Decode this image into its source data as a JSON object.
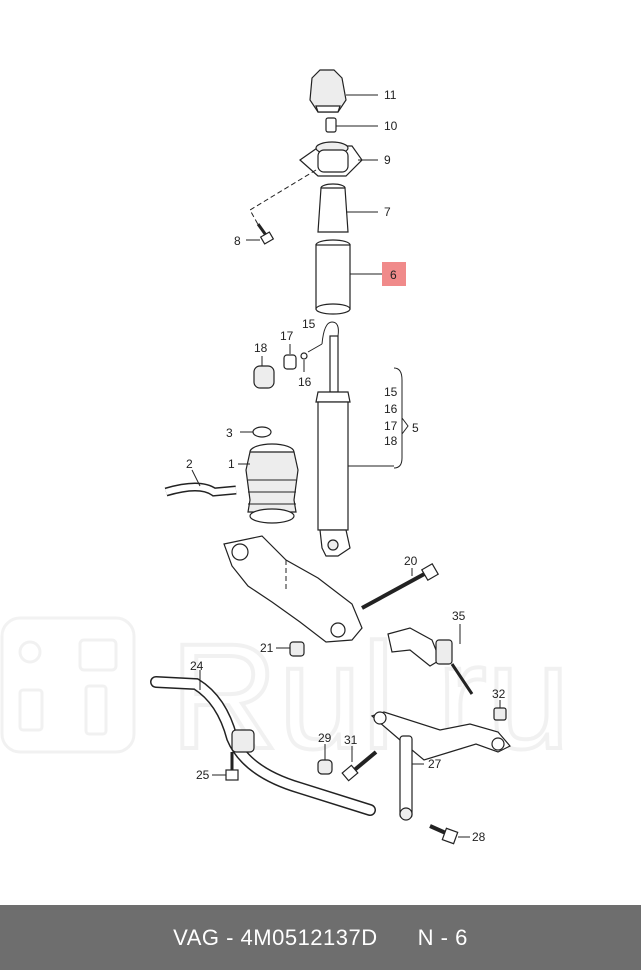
{
  "watermark": {
    "text": "Rul.ru"
  },
  "diagram": {
    "highlight_color": "#f08a8a",
    "callouts": {
      "c11": "11",
      "c10": "10",
      "c9": "9",
      "c7": "7",
      "c8": "8",
      "c6": "6",
      "c15": "15",
      "c17": "17",
      "c18": "18",
      "c16": "16",
      "c3": "3",
      "c2": "2",
      "c1": "1",
      "g15": "15",
      "g16": "16",
      "g17": "17",
      "g18": "18",
      "g5": "5",
      "c20": "20",
      "c21": "21",
      "c35": "35",
      "c24": "24",
      "c32": "32",
      "c29": "29",
      "c31": "31",
      "c25": "25",
      "c27": "27",
      "c28": "28"
    }
  },
  "footer": {
    "brand_part": "VAG - 4M0512137D",
    "position": "N - 6"
  }
}
